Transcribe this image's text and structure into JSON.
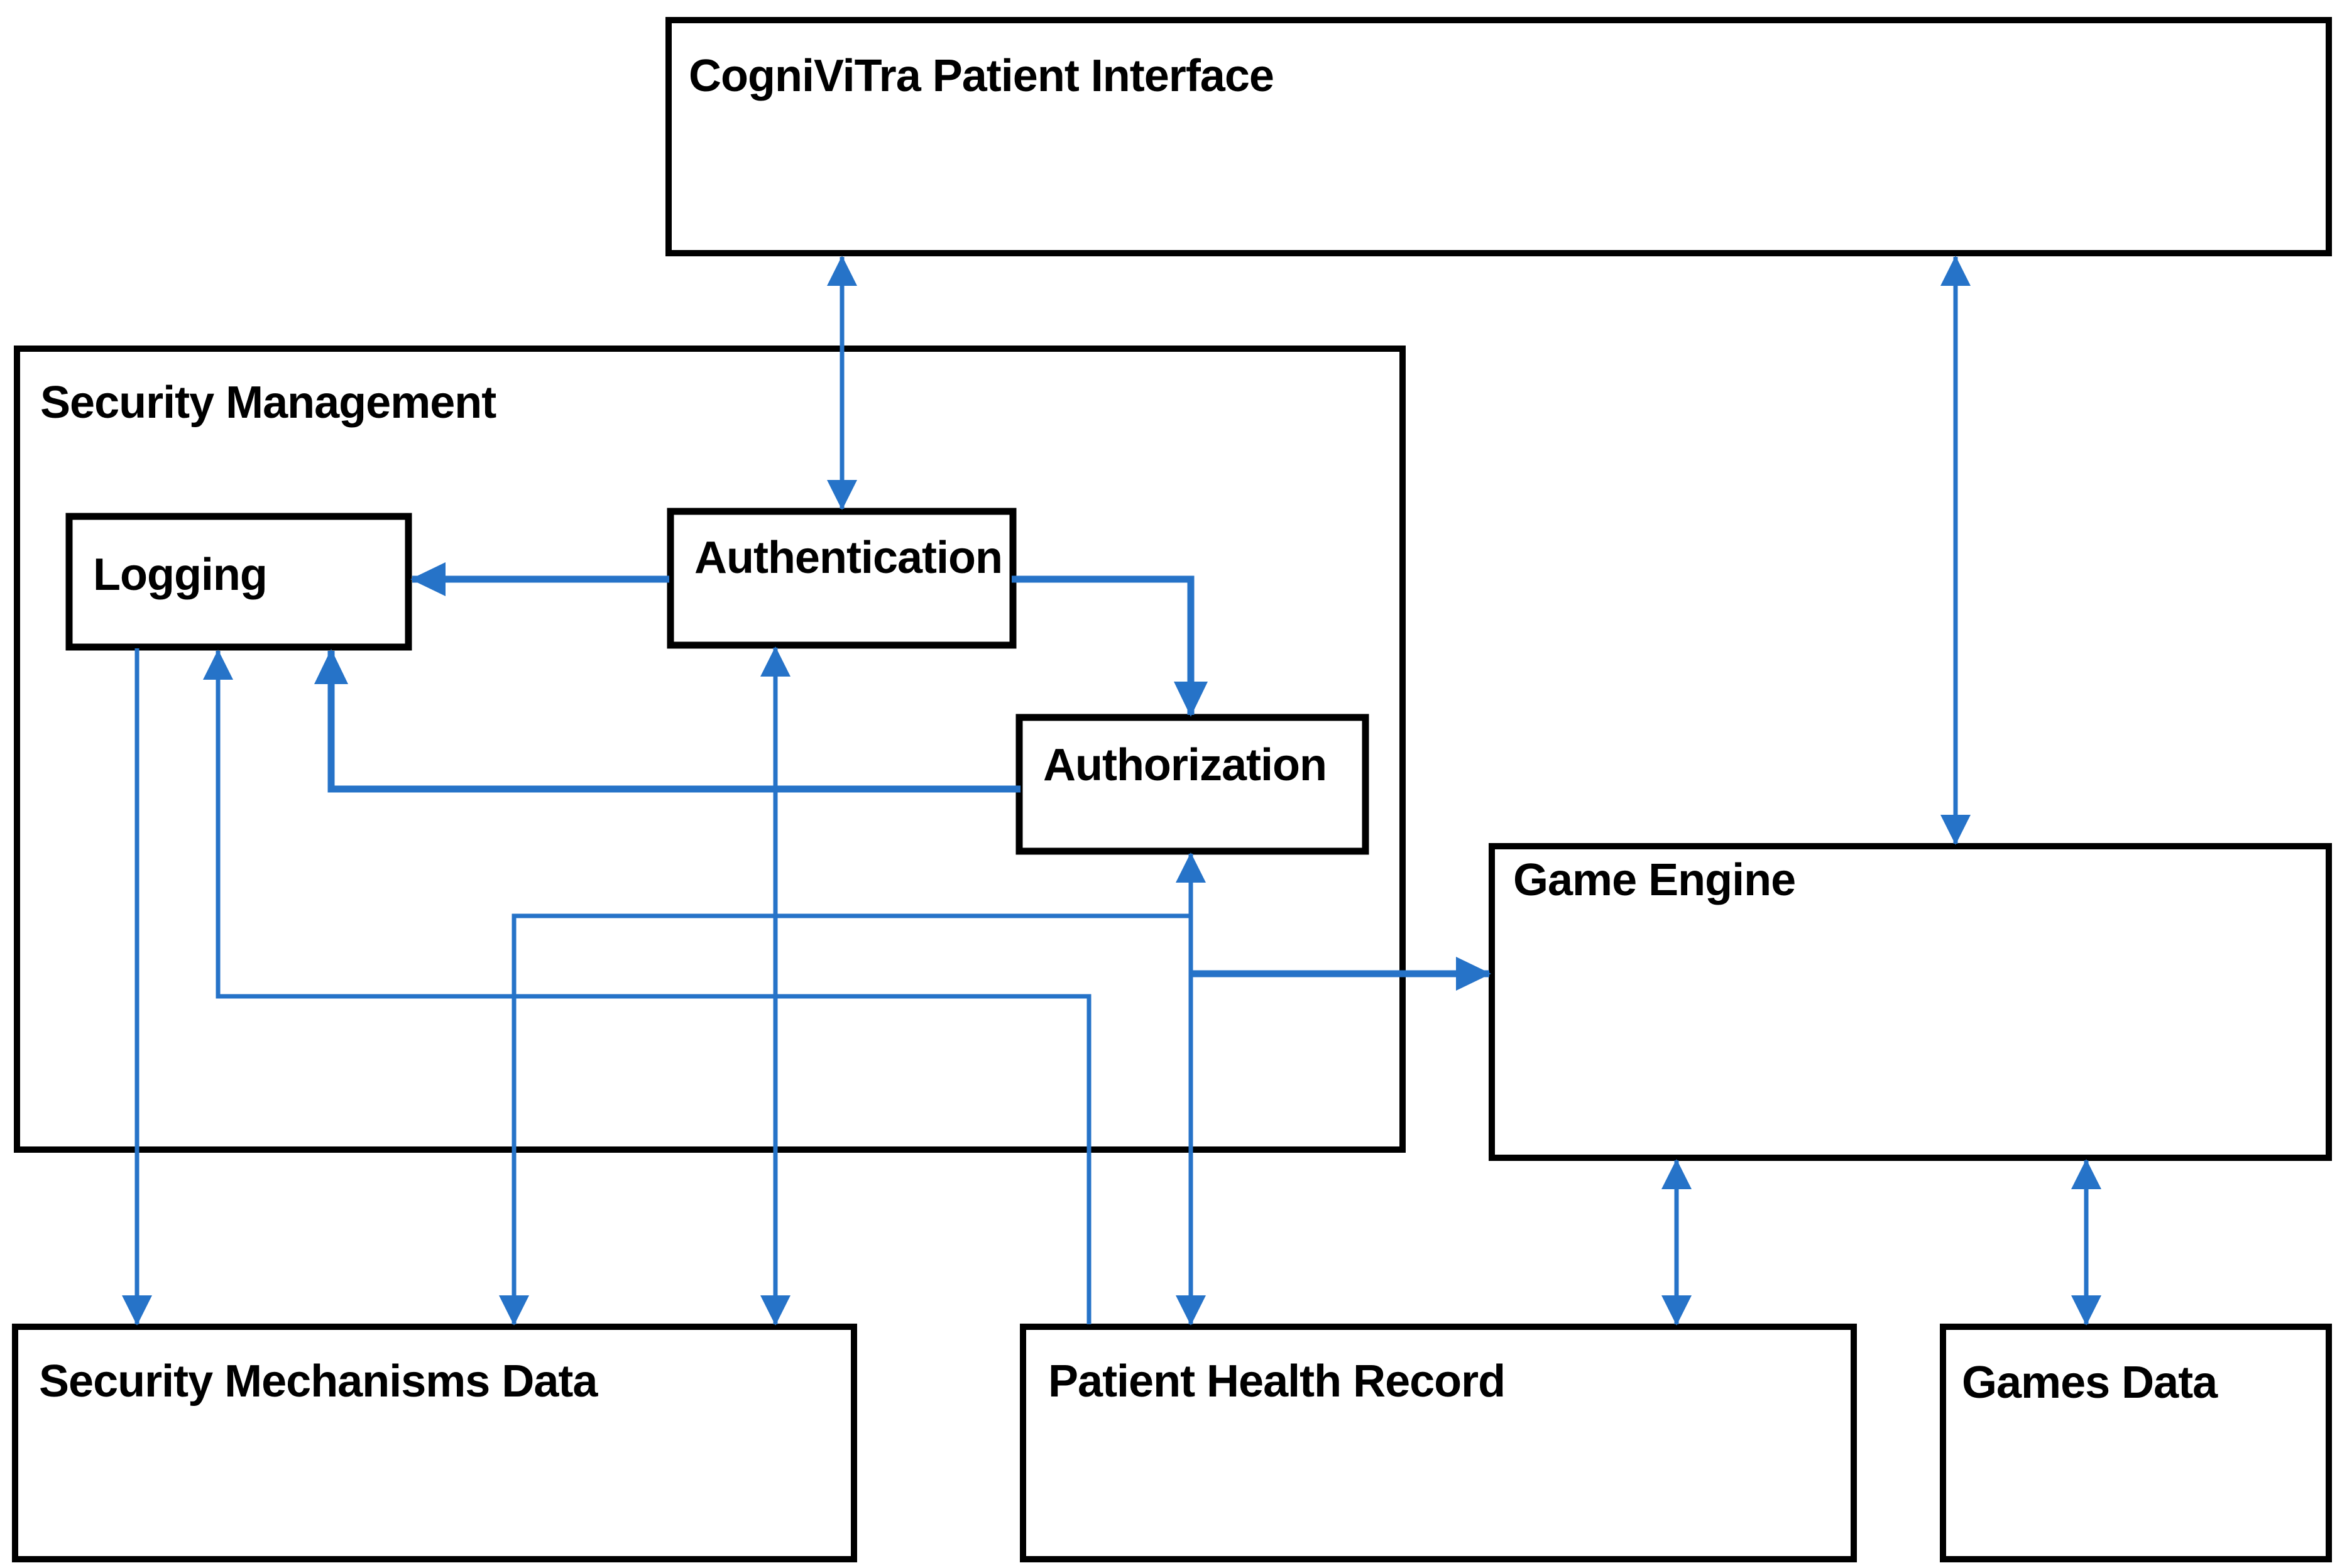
{
  "colors": {
    "connector": "#2673C8",
    "border": "#000000",
    "background": "#FFFFFF",
    "text": "#000000"
  },
  "boxes": {
    "patient_interface": {
      "label": "CogniViTra Patient Interface"
    },
    "security_management": {
      "label": "Security Management"
    },
    "logging": {
      "label": "Logging"
    },
    "authentication": {
      "label": "Authentication"
    },
    "authorization": {
      "label": "Authorization"
    },
    "game_engine": {
      "label": "Game Engine"
    },
    "security_mechanisms_data": {
      "label": "Security Mechanisms Data"
    },
    "patient_health_record": {
      "label": "Patient Health Record"
    },
    "games_data": {
      "label": "Games Data"
    }
  },
  "connectors": [
    {
      "from": "CogniViTra Patient Interface",
      "to": "Authentication",
      "bidirectional": true
    },
    {
      "from": "CogniViTra Patient Interface",
      "to": "Game Engine",
      "bidirectional": true
    },
    {
      "from": "Authentication",
      "to": "Logging",
      "bidirectional": false
    },
    {
      "from": "Authentication",
      "to": "Authorization",
      "bidirectional": false
    },
    {
      "from": "Authorization",
      "to": "Logging",
      "bidirectional": false
    },
    {
      "from": "Authorization",
      "to": "Patient Health Record",
      "bidirectional": true
    },
    {
      "from": "Authorization",
      "to": "Security Mechanisms Data",
      "bidirectional": false
    },
    {
      "from": "Security Management",
      "to": "Game Engine",
      "bidirectional": false
    },
    {
      "from": "Patient Health Record",
      "to": "Logging",
      "bidirectional": false
    },
    {
      "from": "Logging",
      "to": "Security Mechanisms Data",
      "bidirectional": false
    },
    {
      "from": "Authentication",
      "to": "Security Mechanisms Data",
      "bidirectional": true
    },
    {
      "from": "Game Engine",
      "to": "Patient Health Record",
      "bidirectional": true
    },
    {
      "from": "Game Engine",
      "to": "Games Data",
      "bidirectional": true
    }
  ]
}
